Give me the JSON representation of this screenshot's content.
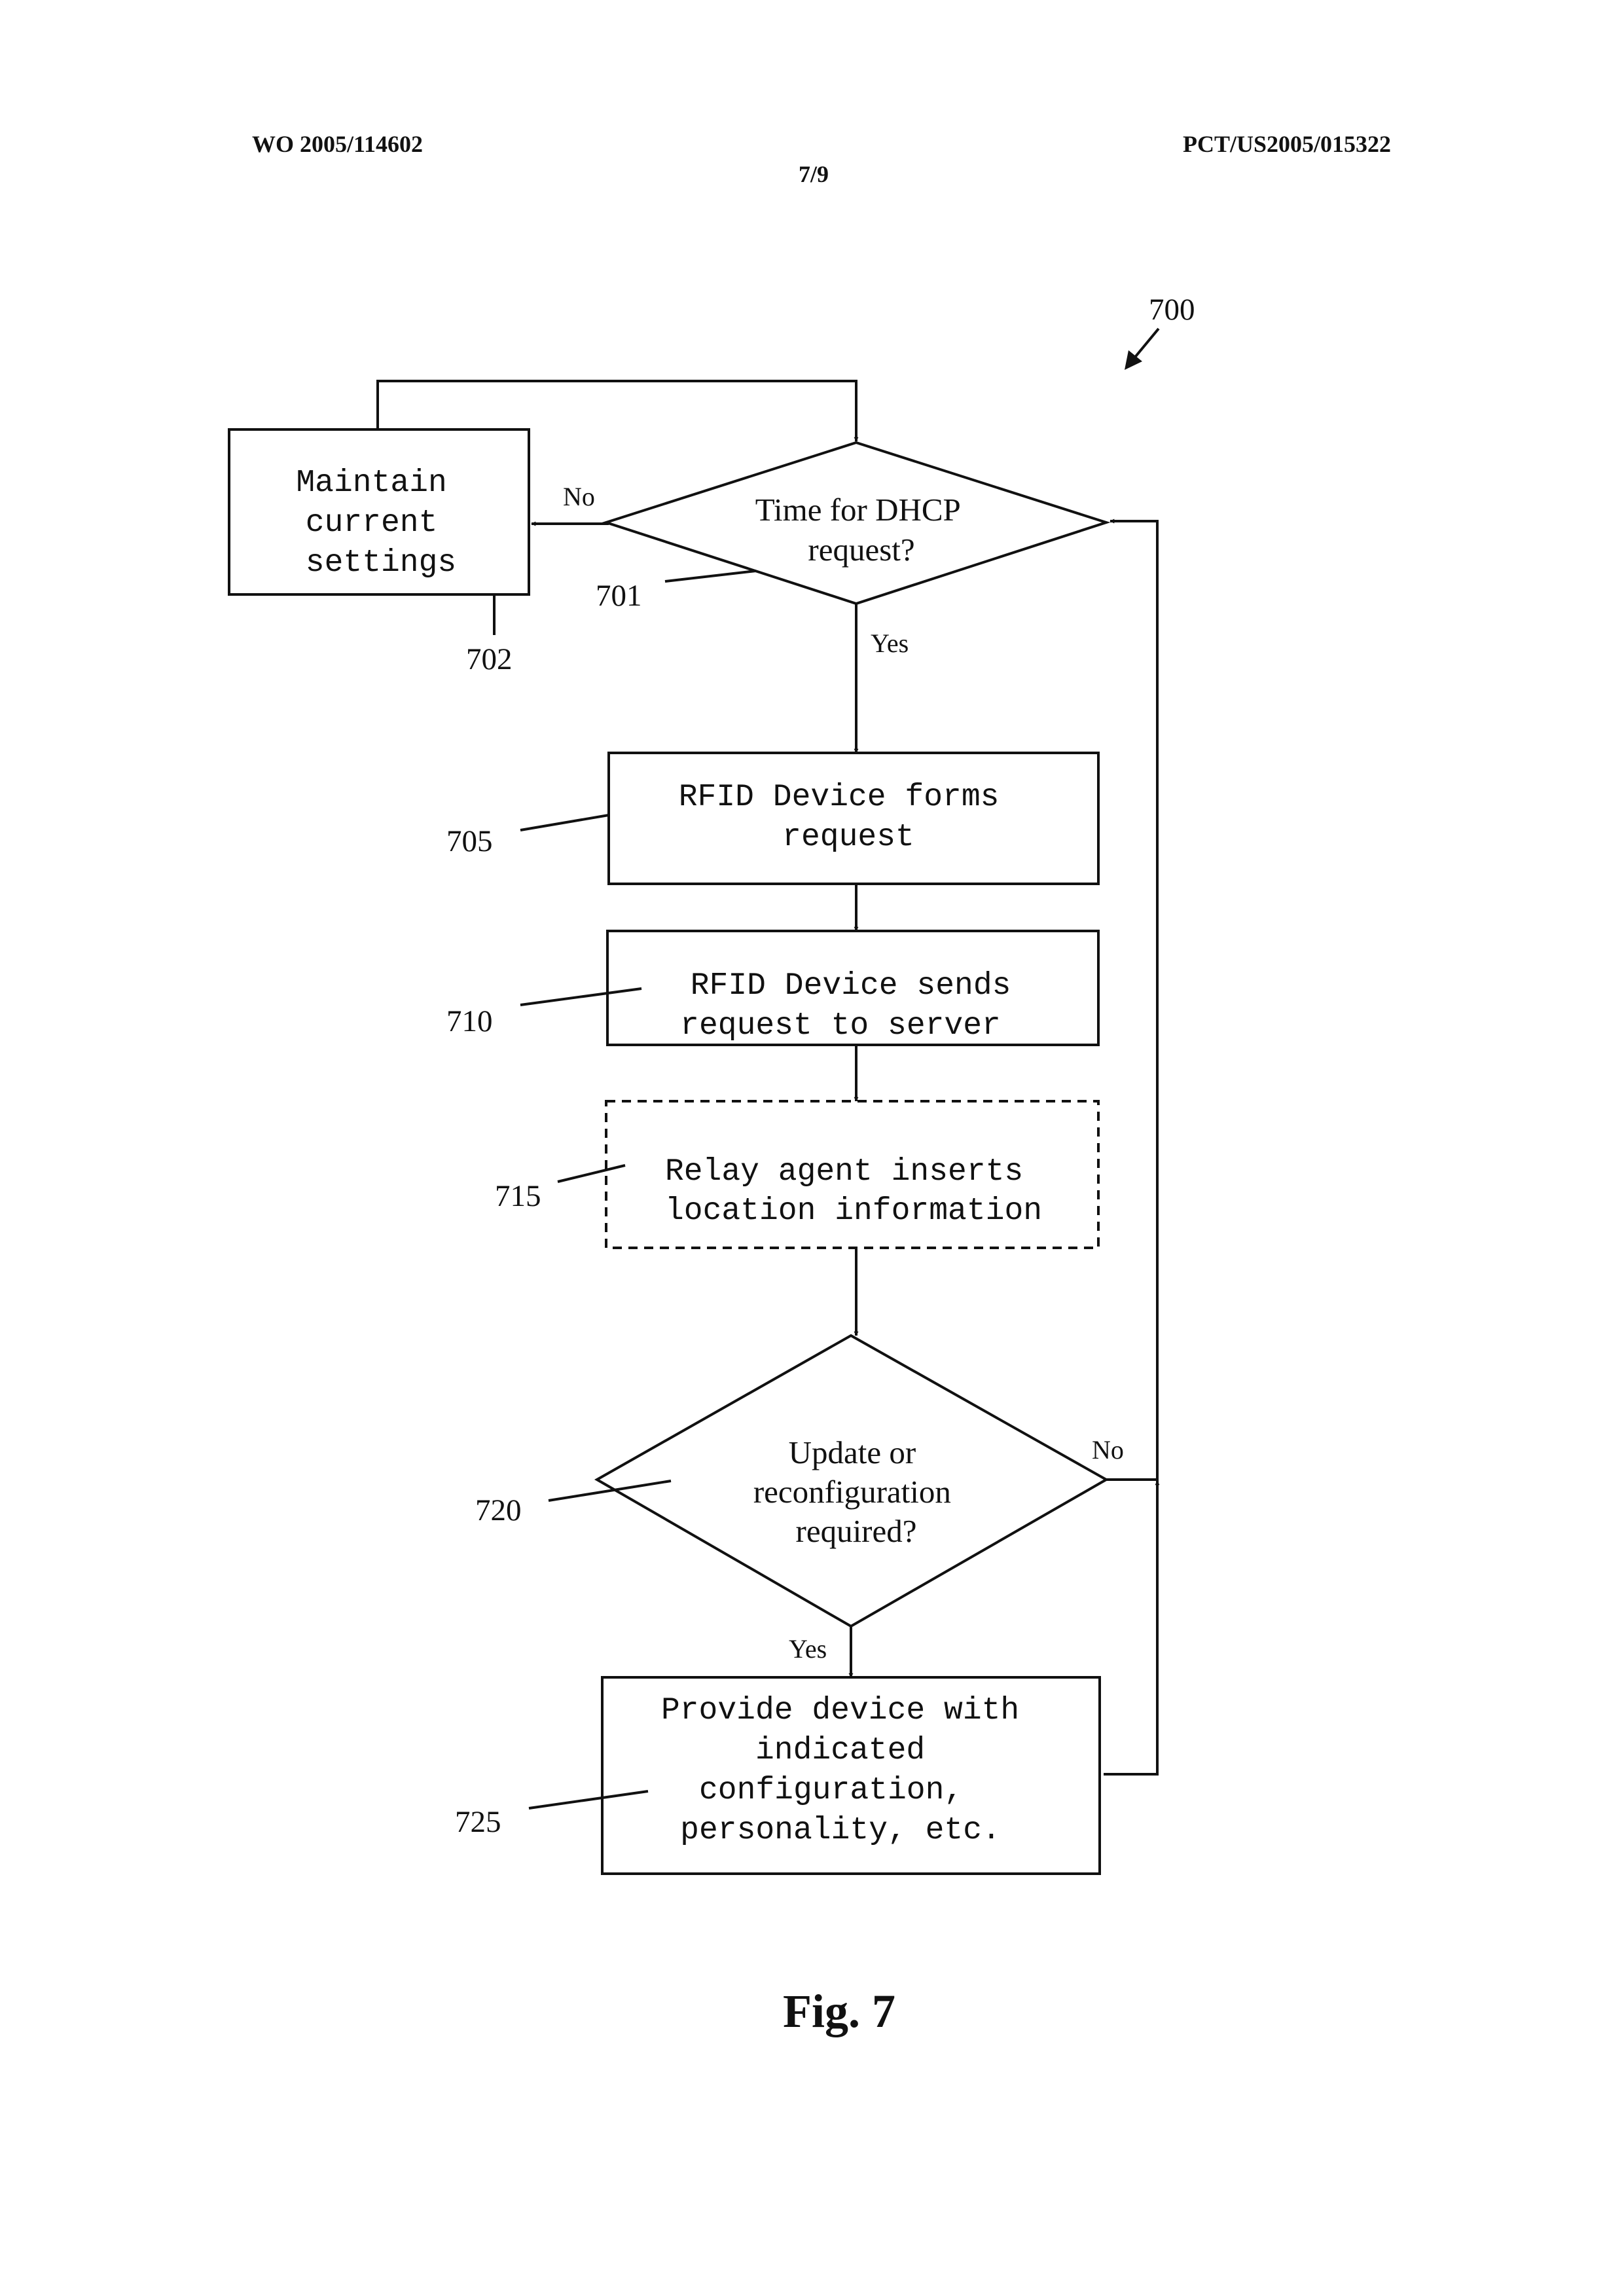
{
  "header": {
    "publication_number": "WO 2005/114602",
    "application_number": "PCT/US2005/015322",
    "sheet": "7/9"
  },
  "diagram": {
    "figure_ref": "700",
    "caption": "Fig. 7",
    "nodes": {
      "d701": {
        "ref": "701",
        "lines": [
          "Time for DHCP",
          "request?"
        ]
      },
      "b702": {
        "ref": "702",
        "lines": [
          "Maintain",
          "current",
          "settings"
        ]
      },
      "b705": {
        "ref": "705",
        "lines": [
          "RFID Device forms",
          "request"
        ]
      },
      "b710": {
        "ref": "710",
        "lines": [
          "RFID Device sends",
          "request to server"
        ]
      },
      "b715": {
        "ref": "715",
        "lines": [
          "Relay agent inserts",
          "location information"
        ]
      },
      "d720": {
        "ref": "720",
        "lines": [
          "Update or",
          "reconfiguration",
          "required?"
        ]
      },
      "b725": {
        "ref": "725",
        "lines": [
          "Provide device with",
          "indicated",
          "configuration,",
          "personality, etc."
        ]
      }
    },
    "edge_labels": {
      "d701_no": "No",
      "d701_yes": "Yes",
      "d720_no": "No",
      "d720_yes": "Yes"
    }
  }
}
